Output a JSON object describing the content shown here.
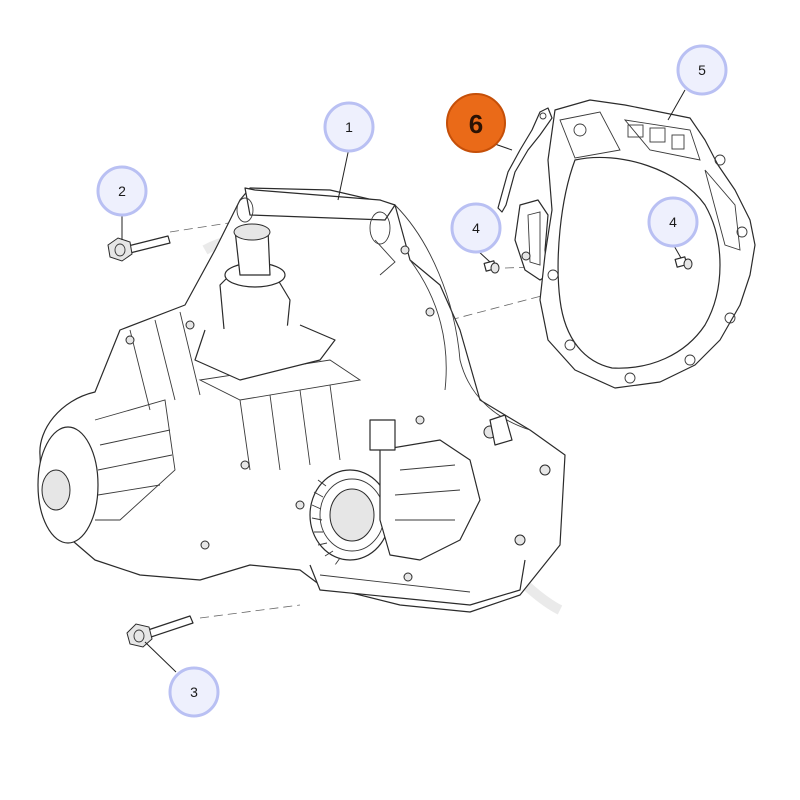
{
  "callouts": [
    {
      "id": "1",
      "label": "1",
      "highlight": false
    },
    {
      "id": "2",
      "label": "2",
      "highlight": false
    },
    {
      "id": "3",
      "label": "3",
      "highlight": false
    },
    {
      "id": "4a",
      "label": "4",
      "highlight": false
    },
    {
      "id": "4b",
      "label": "4",
      "highlight": false
    },
    {
      "id": "5",
      "label": "5",
      "highlight": false
    },
    {
      "id": "6",
      "label": "6",
      "highlight": true
    }
  ],
  "colors": {
    "callout_fill": "#eef0fd",
    "callout_ring": "#b9c0f3",
    "highlight_fill": "#ea6a18",
    "line_art": "#2b2b2b"
  },
  "parts": {
    "transmission": "transmission-assembly",
    "gasket": "adapter-plate-gasket",
    "adapter_plate": "adapter-plate",
    "bolts": "bolts",
    "dowels": "dowel-pins"
  }
}
